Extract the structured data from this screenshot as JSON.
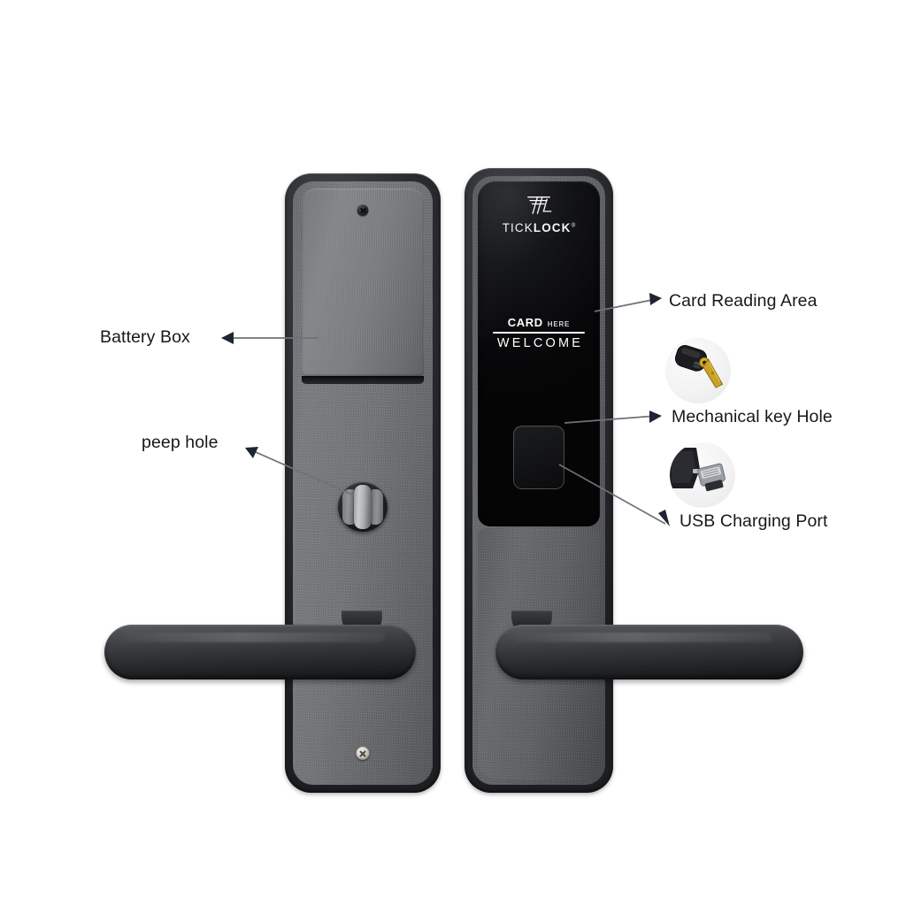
{
  "product": {
    "brand_name_part1": "TICK",
    "brand_name_part2": "LOCK",
    "brand_trademark": "®",
    "logo_icon": "ticklock-monogram-logo",
    "card_prompt_primary": "CARD",
    "card_prompt_secondary": "HERE",
    "greeting": "WELCOME"
  },
  "callouts": [
    {
      "id": "battery-box",
      "label": "Battery Box",
      "side": "left",
      "arrow_direction": "left",
      "target": "battery-cover"
    },
    {
      "id": "peep-hole",
      "label": "peep hole",
      "side": "left",
      "arrow_direction": "up-left",
      "target": "thumb-turn-knob"
    },
    {
      "id": "card-reading-area",
      "label": "Card Reading Area",
      "side": "right",
      "arrow_direction": "right",
      "target": "card-zone"
    },
    {
      "id": "mechanical-key-hole",
      "label": "Mechanical key Hole",
      "side": "right",
      "arrow_direction": "right",
      "target": "cover-flap-top",
      "icon": "mechanical-key-icon"
    },
    {
      "id": "usb-charging-port",
      "label": "USB Charging Port",
      "side": "right",
      "arrow_direction": "down-left",
      "target": "cover-flap-bottom",
      "icon": "usb-connector-icon"
    }
  ],
  "colors": {
    "background": "#ffffff",
    "label_text": "#16181d",
    "arrow_head": "#1f2433",
    "leader_line": "#6e7278",
    "glass_black": "#08080a",
    "metal_grey": "#74767a",
    "key_brass": "#c9a227"
  },
  "parts": {
    "left_panel_name": "interior-escutcheon",
    "right_panel_name": "exterior-escutcheon",
    "left_handle_name": "interior-lever-handle",
    "right_handle_name": "exterior-lever-handle",
    "battery_cover_name": "battery-cover",
    "thumbturn_name": "thumb-turn-knob",
    "top_screw_name": "top-fixing-screw",
    "bottom_screw_name": "bottom-fixing-screw",
    "cover_flap_name": "key-and-usb-cover-flap"
  }
}
